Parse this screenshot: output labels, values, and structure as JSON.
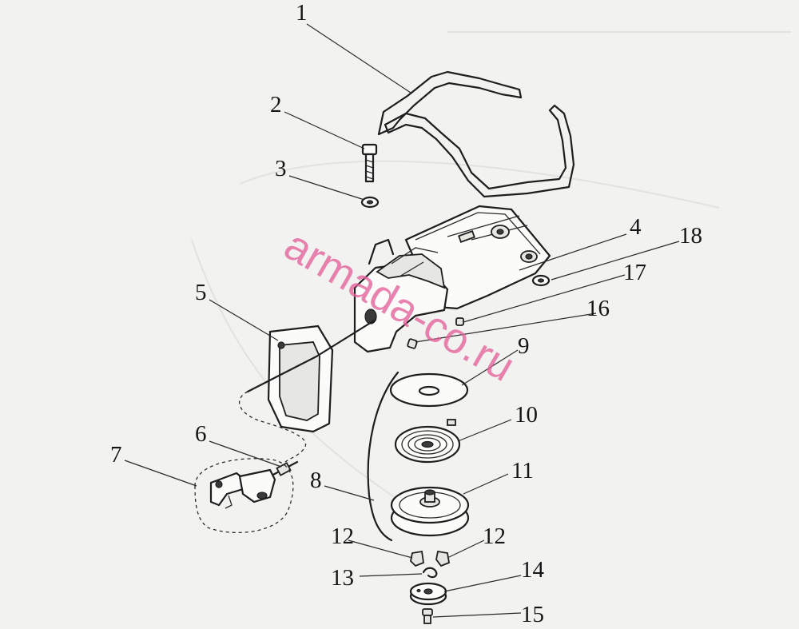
{
  "callouts": [
    {
      "label": "1"
    },
    {
      "label": "2"
    },
    {
      "label": "3"
    },
    {
      "label": "4"
    },
    {
      "label": "5"
    },
    {
      "label": "6"
    },
    {
      "label": "7"
    },
    {
      "label": "8"
    },
    {
      "label": "9"
    },
    {
      "label": "10"
    },
    {
      "label": "11"
    },
    {
      "label": "12"
    },
    {
      "label": "12"
    },
    {
      "label": "13"
    },
    {
      "label": "14"
    },
    {
      "label": "15"
    },
    {
      "label": "16"
    },
    {
      "label": "17"
    },
    {
      "label": "18"
    }
  ],
  "watermark": "armada-co.ru"
}
